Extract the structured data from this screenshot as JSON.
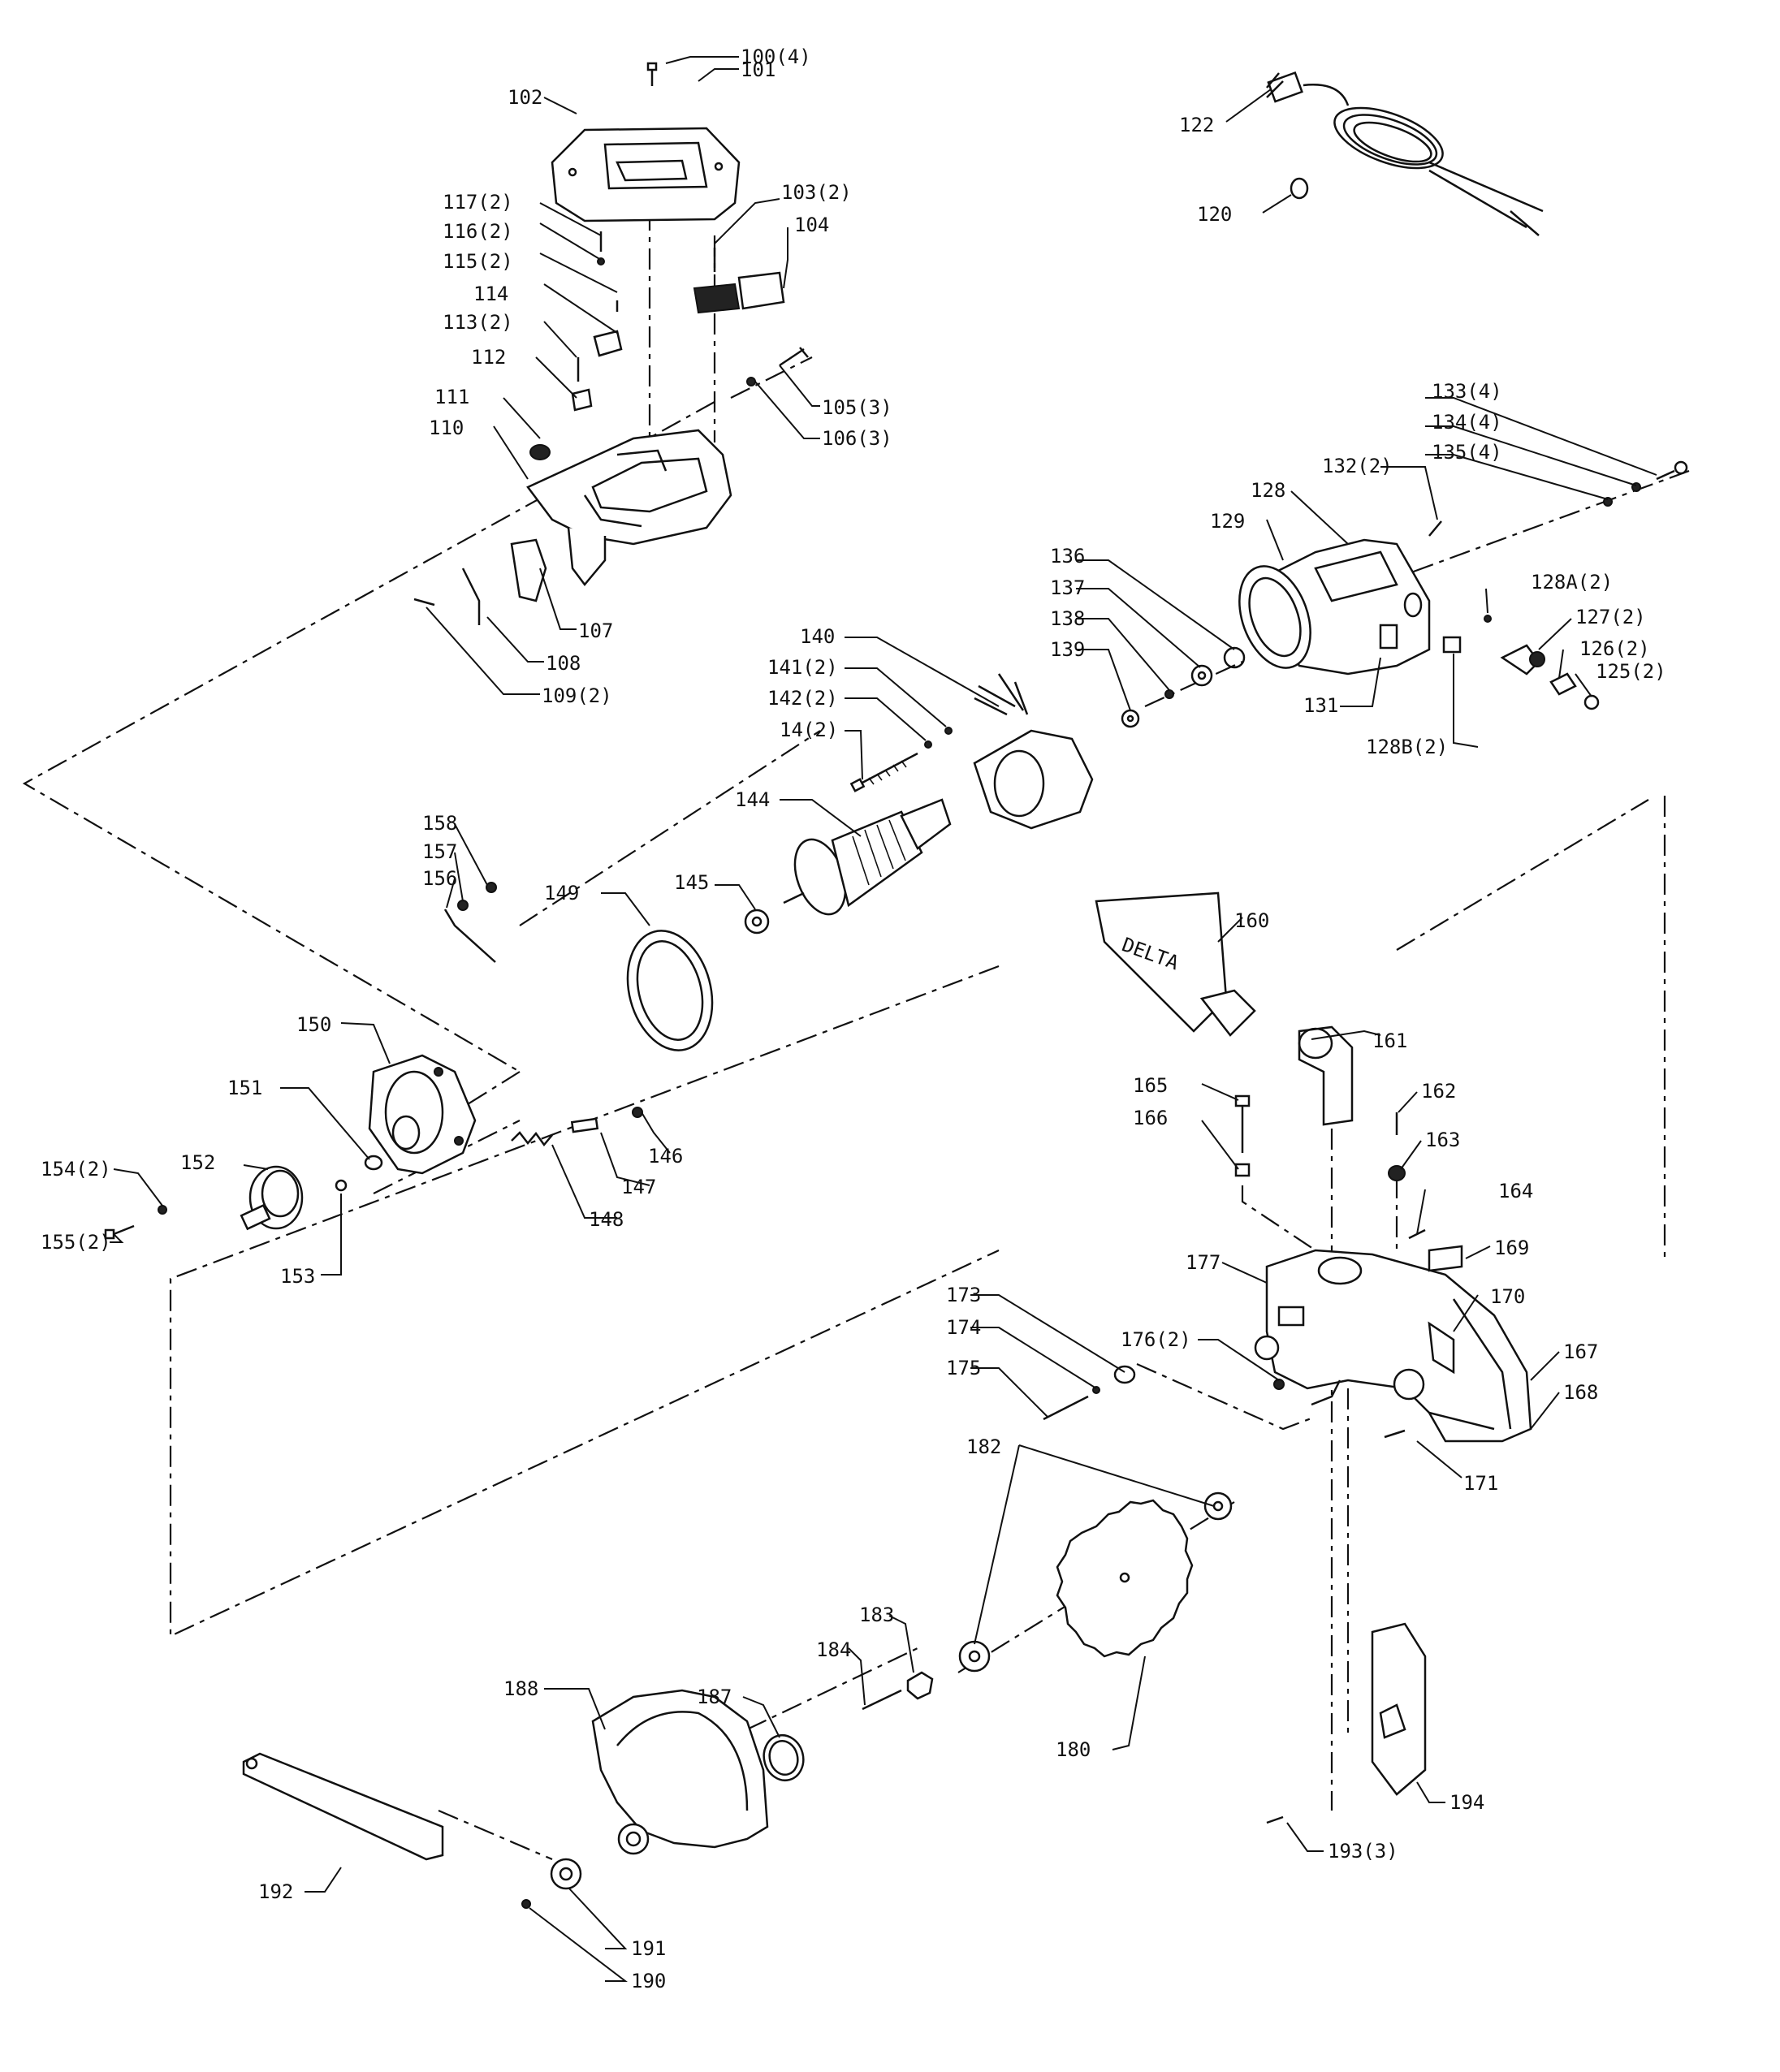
{
  "brand_text": "DELTA",
  "labels": [
    {
      "key": "p100",
      "text": "100(4)"
    },
    {
      "key": "p101",
      "text": "101"
    },
    {
      "key": "p102",
      "text": "102"
    },
    {
      "key": "p103",
      "text": "103(2)"
    },
    {
      "key": "p104",
      "text": "104"
    },
    {
      "key": "p105",
      "text": "105(3)"
    },
    {
      "key": "p106",
      "text": "106(3)"
    },
    {
      "key": "p107",
      "text": "107"
    },
    {
      "key": "p108",
      "text": "108"
    },
    {
      "key": "p109",
      "text": "109(2)"
    },
    {
      "key": "p110",
      "text": "110"
    },
    {
      "key": "p111",
      "text": "111"
    },
    {
      "key": "p112",
      "text": "112"
    },
    {
      "key": "p113",
      "text": "113(2)"
    },
    {
      "key": "p114",
      "text": "114"
    },
    {
      "key": "p115",
      "text": "115(2)"
    },
    {
      "key": "p116",
      "text": "116(2)"
    },
    {
      "key": "p117",
      "text": "117(2)"
    },
    {
      "key": "p120",
      "text": "120"
    },
    {
      "key": "p122",
      "text": "122"
    },
    {
      "key": "p125",
      "text": "125(2)"
    },
    {
      "key": "p126",
      "text": "126(2)"
    },
    {
      "key": "p127",
      "text": "127(2)"
    },
    {
      "key": "p128",
      "text": "128"
    },
    {
      "key": "p128A",
      "text": "128A(2)"
    },
    {
      "key": "p128B",
      "text": "128B(2)"
    },
    {
      "key": "p129",
      "text": "129"
    },
    {
      "key": "p131",
      "text": "131"
    },
    {
      "key": "p132",
      "text": "132(2)"
    },
    {
      "key": "p133",
      "text": "133(4)"
    },
    {
      "key": "p134",
      "text": "134(4)"
    },
    {
      "key": "p135",
      "text": "135(4)"
    },
    {
      "key": "p136",
      "text": "136"
    },
    {
      "key": "p137",
      "text": "137"
    },
    {
      "key": "p138",
      "text": "138"
    },
    {
      "key": "p139",
      "text": "139"
    },
    {
      "key": "p140",
      "text": "140"
    },
    {
      "key": "p141",
      "text": "141(2)"
    },
    {
      "key": "p142",
      "text": "142(2)"
    },
    {
      "key": "p14",
      "text": "14(2)"
    },
    {
      "key": "p144",
      "text": "144"
    },
    {
      "key": "p145",
      "text": "145"
    },
    {
      "key": "p146",
      "text": "146"
    },
    {
      "key": "p147",
      "text": "147"
    },
    {
      "key": "p148",
      "text": "148"
    },
    {
      "key": "p149",
      "text": "149"
    },
    {
      "key": "p150",
      "text": "150"
    },
    {
      "key": "p151",
      "text": "151"
    },
    {
      "key": "p152",
      "text": "152"
    },
    {
      "key": "p153",
      "text": "153"
    },
    {
      "key": "p154",
      "text": "154(2)"
    },
    {
      "key": "p155",
      "text": "155(2)"
    },
    {
      "key": "p156",
      "text": "156"
    },
    {
      "key": "p157",
      "text": "157"
    },
    {
      "key": "p158",
      "text": "158"
    },
    {
      "key": "p160",
      "text": "160"
    },
    {
      "key": "p161",
      "text": "161"
    },
    {
      "key": "p162",
      "text": "162"
    },
    {
      "key": "p163",
      "text": "163"
    },
    {
      "key": "p164",
      "text": "164"
    },
    {
      "key": "p165",
      "text": "165"
    },
    {
      "key": "p166",
      "text": "166"
    },
    {
      "key": "p167",
      "text": "167"
    },
    {
      "key": "p168",
      "text": "168"
    },
    {
      "key": "p169",
      "text": "169"
    },
    {
      "key": "p170",
      "text": "170"
    },
    {
      "key": "p171",
      "text": "171"
    },
    {
      "key": "p173",
      "text": "173"
    },
    {
      "key": "p174",
      "text": "174"
    },
    {
      "key": "p175",
      "text": "175"
    },
    {
      "key": "p176",
      "text": "176(2)"
    },
    {
      "key": "p177",
      "text": "177"
    },
    {
      "key": "p180",
      "text": "180"
    },
    {
      "key": "p182",
      "text": "182"
    },
    {
      "key": "p183",
      "text": "183"
    },
    {
      "key": "p184",
      "text": "184"
    },
    {
      "key": "p187",
      "text": "187"
    },
    {
      "key": "p188",
      "text": "188"
    },
    {
      "key": "p190",
      "text": "190"
    },
    {
      "key": "p191",
      "text": "191"
    },
    {
      "key": "p192",
      "text": "192"
    },
    {
      "key": "p193",
      "text": "193(3)"
    },
    {
      "key": "p194",
      "text": "194"
    }
  ]
}
